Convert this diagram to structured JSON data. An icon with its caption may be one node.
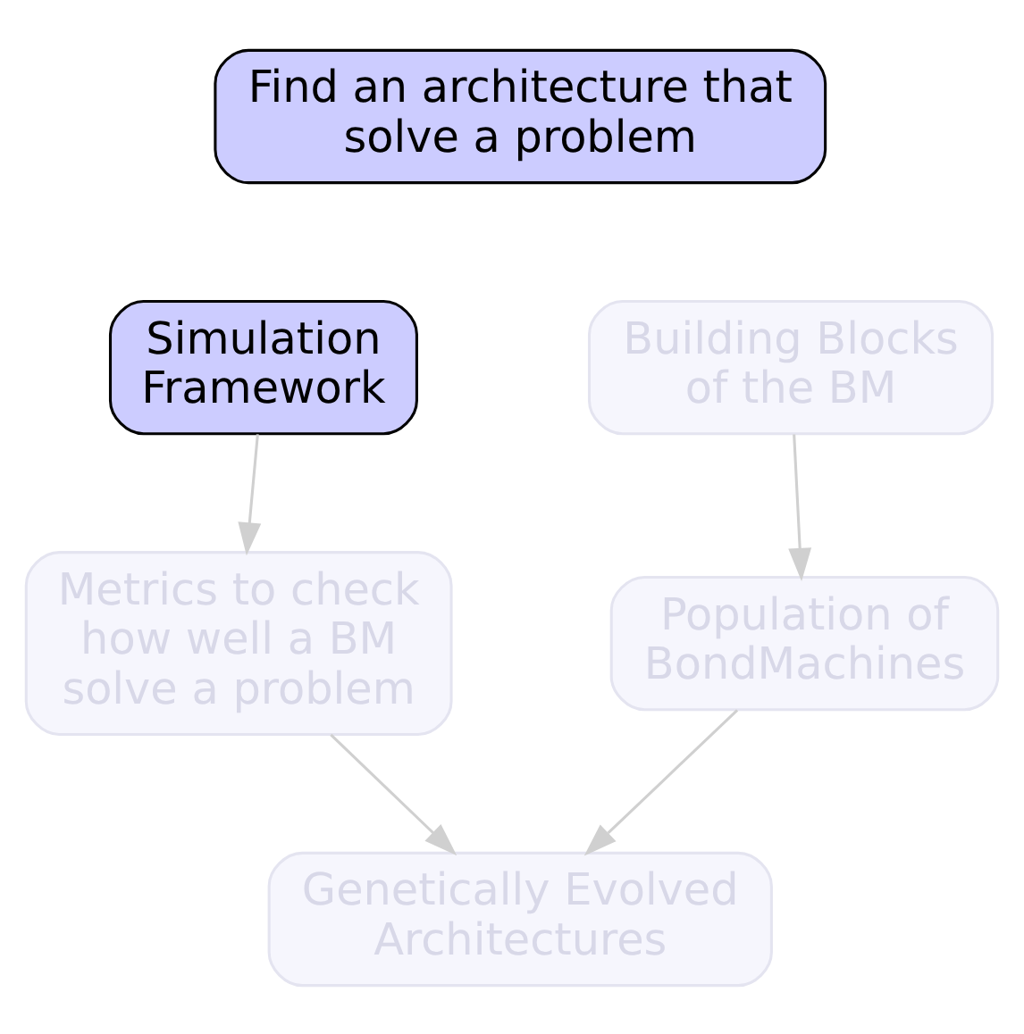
{
  "diagram": {
    "nodes": [
      {
        "text": [
          "Find an architecture that solve a problem"
        ]
      },
      {
        "text": [
          "Simulation Framework"
        ]
      },
      {
        "text": [
          "Building Blocks of the BM"
        ]
      },
      {
        "text": [
          "Metrics to check how well a BM solve a problem"
        ]
      },
      {
        "text": [
          "Population of BondMachines"
        ]
      },
      {
        "text": [
          "Genetically Evolved Architectures"
        ]
      }
    ],
    "edges": [
      {
        "from": 1,
        "to": 3,
        "arrow": "to"
      },
      {
        "from": 2,
        "to": 4,
        "arrow": "to"
      },
      {
        "from": 3,
        "to": 5,
        "arrow": "to"
      },
      {
        "from": 4,
        "to": 5,
        "arrow": "to"
      }
    ]
  }
}
